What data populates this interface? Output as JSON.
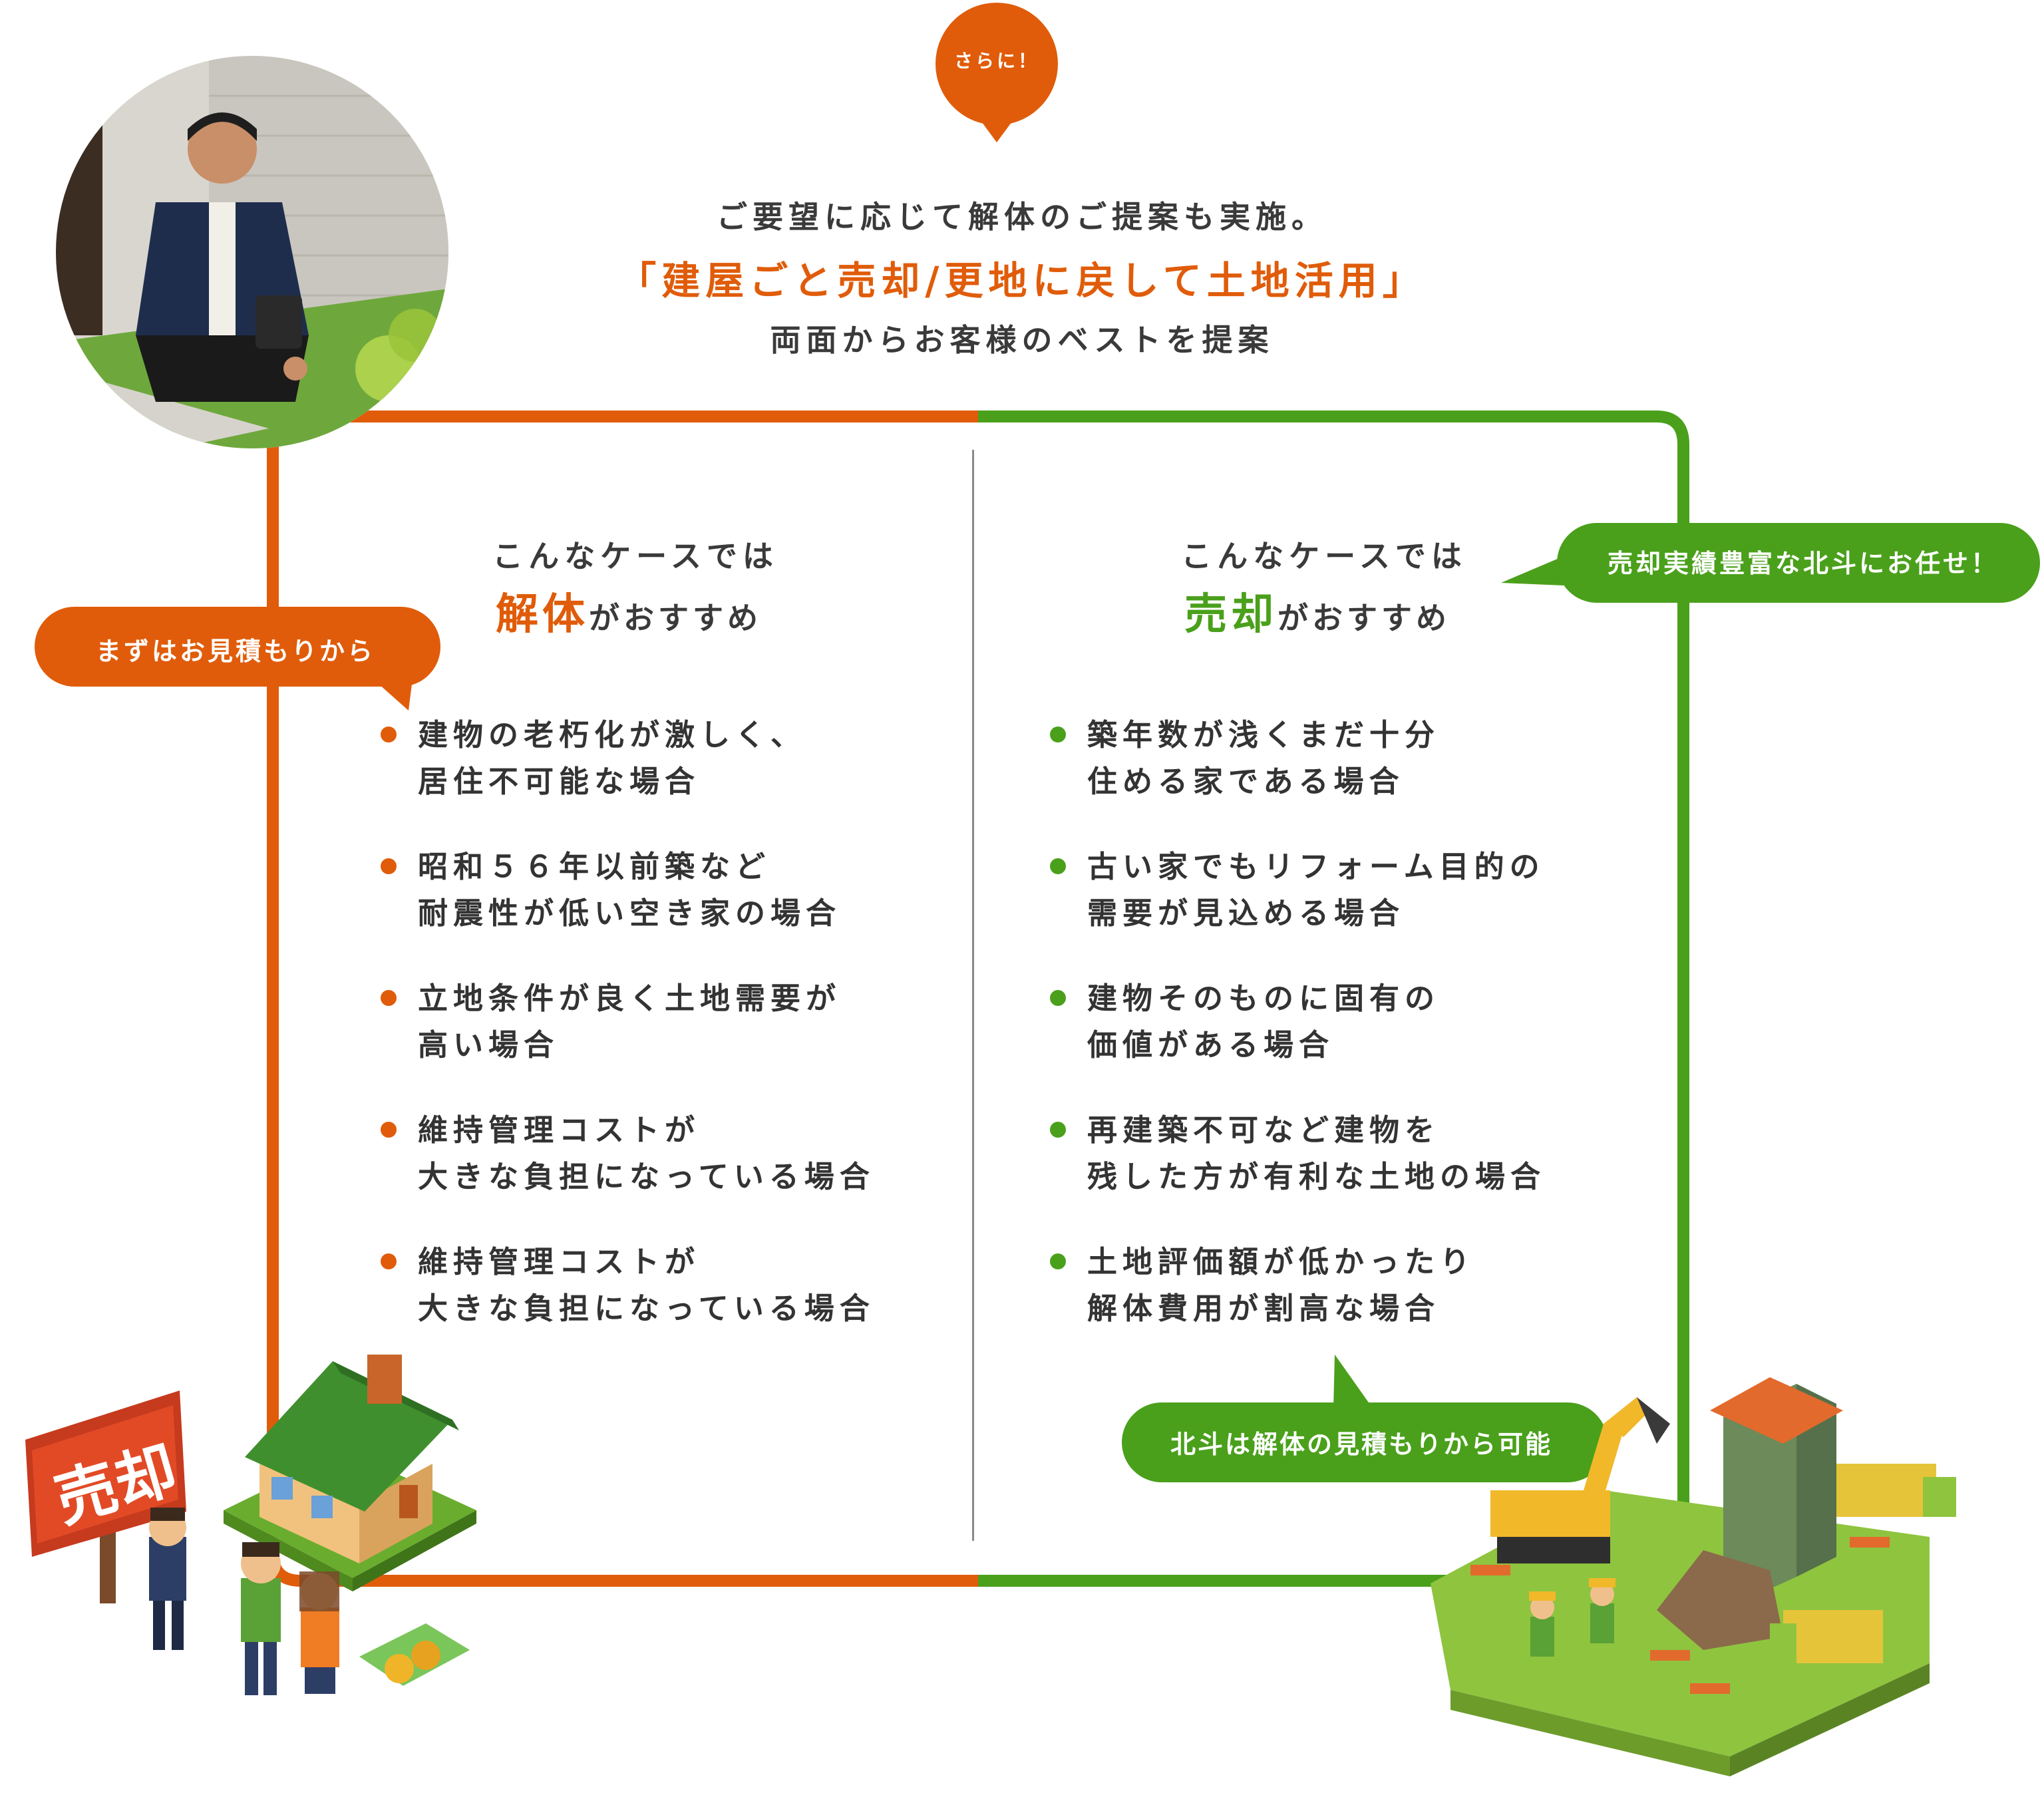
{
  "pin": {
    "label": "さらに！"
  },
  "headline": {
    "line1": "ご要望に応じて解体のご提案も実施。",
    "line2": "「建屋ごと売却/更地に戻して土地活用」",
    "line3": "両面からお客様のベストを提案"
  },
  "left_column": {
    "lead": "こんなケースでは",
    "key": "解体",
    "suffix": "がおすすめ",
    "items": [
      {
        "line1": "建物の老朽化が激しく、",
        "line2": "居住不可能な場合"
      },
      {
        "line1": "昭和５６年以前築など",
        "line2": "耐震性が低い空き家の場合"
      },
      {
        "line1": "立地条件が良く土地需要が",
        "line2": "高い場合"
      },
      {
        "line1": "維持管理コストが",
        "line2": "大きな負担になっている場合"
      },
      {
        "line1": "維持管理コストが",
        "line2": "大きな負担になっている場合"
      }
    ]
  },
  "right_column": {
    "lead": "こんなケースでは",
    "key": "売却",
    "suffix": "がおすすめ",
    "items": [
      {
        "line1": "築年数が浅くまだ十分",
        "line2": "住める家である場合"
      },
      {
        "line1": "古い家でもリフォーム目的の",
        "line2": "需要が見込める場合"
      },
      {
        "line1": "建物そのものに固有の",
        "line2": "価値がある場合"
      },
      {
        "line1": "再建築不可など建物を",
        "line2": "残した方が有利な土地の場合"
      },
      {
        "line1": "土地評価額が低かったり",
        "line2": "解体費用が割高な場合"
      }
    ]
  },
  "bubbles": {
    "left": "まずはお見積もりから",
    "right_top": "売却実績豊富な北斗にお任せ！",
    "right_bottom": "北斗は解体の見積もりから可能"
  },
  "illustration": {
    "sign_text": "売却"
  },
  "colors": {
    "orange": "#e05c0a",
    "green": "#4aa01b"
  },
  "icons": [
    "person-photo",
    "house-sale-icon",
    "demolition-site-icon"
  ]
}
